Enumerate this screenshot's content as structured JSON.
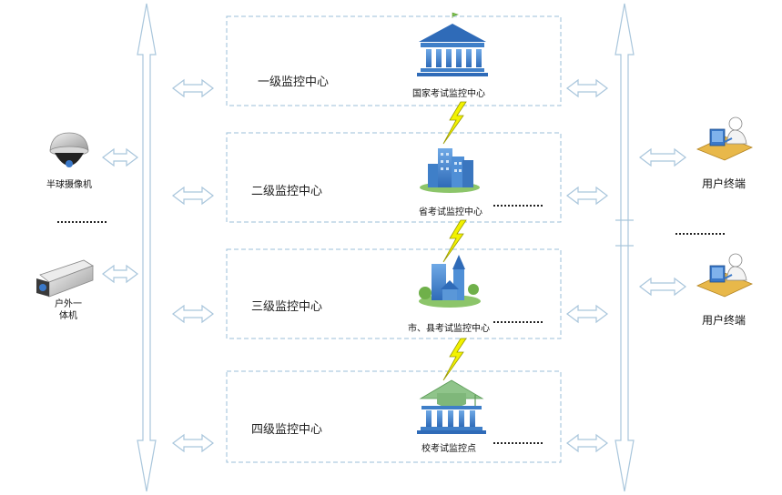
{
  "levels": [
    {
      "title": "一级监控中心",
      "center": "国家考试监控中心"
    },
    {
      "title": "二级监控中心",
      "center": "省考试监控中心"
    },
    {
      "title": "三级监控中心",
      "center": "市、县考试监控中心"
    },
    {
      "title": "四级监控中心",
      "center": "校考试监控点"
    }
  ],
  "devices": {
    "dome_camera": "半球摄像机",
    "outdoor_unit": "户外一\n体机"
  },
  "users": [
    "用户终端",
    "用户终端"
  ],
  "colors": {
    "box_border": "#9bbfd8",
    "arrow_stroke": "#a9c6dc",
    "bolt_fill": "#f2f200",
    "bolt_stroke": "#9a9a00",
    "building_blue": "#3f7fc8",
    "grass": "#8cc56a",
    "cap_green": "#8fc48a"
  }
}
